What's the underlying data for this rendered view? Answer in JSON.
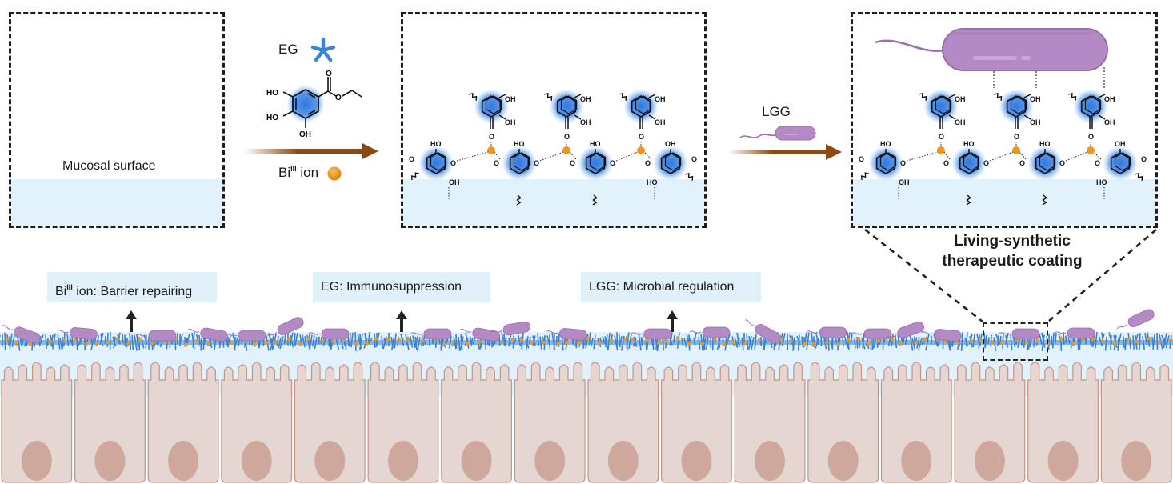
{
  "panels": {
    "panel1": {
      "label": "Mucosal surface"
    },
    "step1": {
      "reagent_label": "EG",
      "reagent_icon": "blue-asterisk-icon",
      "molecule": "ethyl gallate",
      "molecule_labels": [
        "HO",
        "HO",
        "OH",
        "O",
        "O"
      ],
      "ion_label_prefix": "Bi",
      "ion_label_sup": "III",
      "ion_label_suffix": " ion",
      "ion_icon": "orange-sphere-icon"
    },
    "panel2": {
      "network_labels": {
        "oh": "OH",
        "ho": "HO",
        "o": "O"
      }
    },
    "step2": {
      "reagent_label": "LGG",
      "reagent_icon": "bacterium-icon"
    },
    "panel3": {
      "title_line1": "Living-synthetic",
      "title_line2": "therapeutic coating"
    }
  },
  "effects": [
    {
      "prefix": "Bi",
      "sup": "III",
      "text": " ion: Barrier repairing"
    },
    {
      "prefix": "",
      "sup": "",
      "text": "EG: Immunosuppression"
    },
    {
      "prefix": "",
      "sup": "",
      "text": "LGG: Microbial regulation"
    }
  ],
  "colors": {
    "dash": "#1e1e1e",
    "mucus": "#e1f2fc",
    "ring_glow": "#3b82e0",
    "ring_fill": "#4a8fe3",
    "bi_ion": "#f0961e",
    "arrow": "#8b4a14",
    "bacterium": "#b48ac4",
    "bacterium_edge": "#9a6fae",
    "cell_fill": "#e5d6d2",
    "cell_edge": "#c49587",
    "nucleus": "#cea89c",
    "coating_blue": "#3a7fcf"
  },
  "tissue": {
    "cell_count": 16
  }
}
